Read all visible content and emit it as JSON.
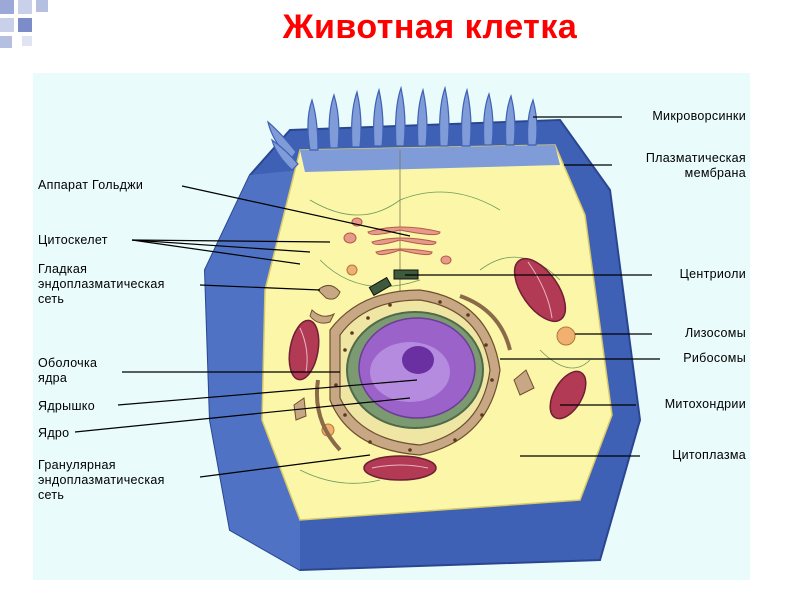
{
  "title": "Животная клетка",
  "colors": {
    "title": "#ff0000",
    "panel_bg": "#e9fbfb",
    "outer_cell": "#3f61b5",
    "cytoplasm": "#fbf6a8",
    "nucleus": "#9b63c9",
    "mitochondria": "#b23a55",
    "golgi": "#e59a8a",
    "er": "#b08d6c"
  },
  "labels_left": [
    {
      "key": "golgi",
      "text": "Аппарат Гольджи"
    },
    {
      "key": "cytoskeleton",
      "text": "Цитоскелет"
    },
    {
      "key": "smooth_er",
      "text": "Гладкая\nэндоплазматическая\nсеть"
    },
    {
      "key": "nuclear_envelope",
      "text": "Оболочка\nядра"
    },
    {
      "key": "nucleolus",
      "text": "Ядрышко"
    },
    {
      "key": "nucleus",
      "text": "Ядро"
    },
    {
      "key": "rough_er",
      "text": "Гранулярная\nэндоплазматическая\nсеть"
    }
  ],
  "labels_right": [
    {
      "key": "microvilli",
      "text": "Микроворсинки"
    },
    {
      "key": "plasma_membrane",
      "text": "Плазматическая\nмембрана"
    },
    {
      "key": "centrioles",
      "text": "Центриоли"
    },
    {
      "key": "lysosomes",
      "text": "Лизосомы"
    },
    {
      "key": "ribosomes",
      "text": "Рибосомы"
    },
    {
      "key": "mitochondria",
      "text": "Митохондрии"
    },
    {
      "key": "cytoplasm",
      "text": "Цитоплазма"
    }
  ]
}
